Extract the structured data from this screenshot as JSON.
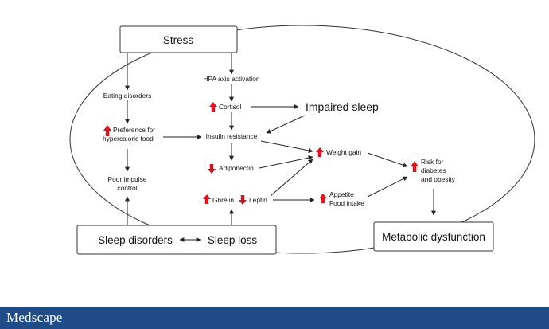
{
  "nodes": {
    "stress": "Stress",
    "hpa": "HPA axis activation",
    "cortisol": "Cortisol",
    "impaired_sleep": "Impaired sleep",
    "eating_disorders": "Eating disorders",
    "preference_1": "Preference for",
    "preference_2": "hypercaloric food",
    "insulin_resistance": "Insulin resistance",
    "weight_gain": "Weight gain",
    "adiponectin": "Adiponectin",
    "poor_impulse_1": "Poor impulse",
    "poor_impulse_2": "control",
    "risk_1": "Risk for",
    "risk_2": "diabetes",
    "risk_3": "and obesity",
    "ghrelin": "Ghrelin",
    "leptin": "Leptin",
    "appetite_1": "Appetite",
    "appetite_2": "Food intake",
    "sleep_disorders": "Sleep disorders",
    "sleep_loss": "Sleep loss",
    "metabolic": "Metabolic dysfunction"
  },
  "indicators": {
    "cortisol": "up",
    "preference": "up",
    "weight_gain": "up",
    "adiponectin": "down",
    "risk": "up",
    "ghrelin": "up",
    "leptin": "down",
    "appetite": "up"
  },
  "colors": {
    "increase_arrow": "#e0141e",
    "decrease_arrow": "#c8161e",
    "footer_bar": "#1f4c86"
  },
  "footer": {
    "brand": "Medscape"
  }
}
